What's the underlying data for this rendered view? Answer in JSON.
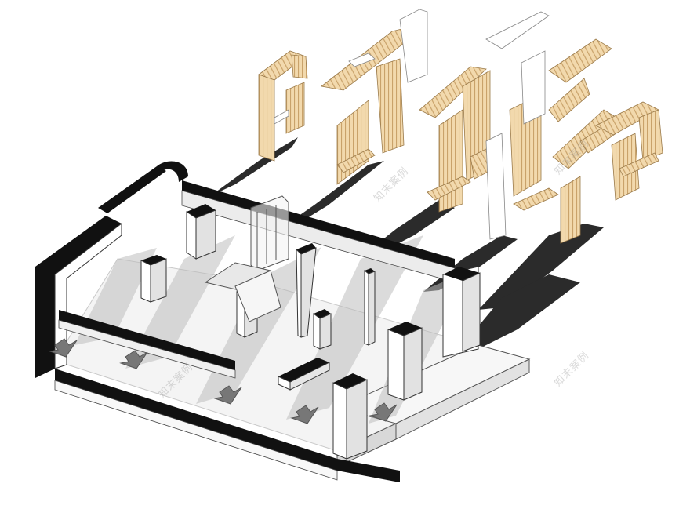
{
  "diagram": {
    "type": "axonometric-architectural-diagram",
    "watermarks": [
      "知末案例",
      "知末案例",
      "知末案例",
      "知末案例"
    ],
    "colors": {
      "background": "#ffffff",
      "wall_black": "#111111",
      "wall_face": "#ffffff",
      "wall_side": "#e6e6e6",
      "floor_shadow": "#d0d0d0",
      "cast_shadow": "#2a2a2a",
      "timber_light": "#f2d9ad",
      "timber_dark": "#d6b07a",
      "timber_line": "#b8935c",
      "arrow_fill": "#7a7a7a",
      "outline": "#333333"
    }
  }
}
